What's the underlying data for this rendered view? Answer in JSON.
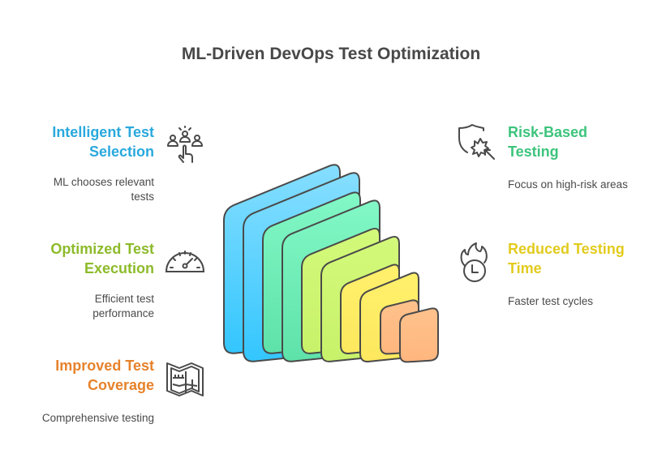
{
  "title": "ML-Driven DevOps Test Optimization",
  "items": [
    {
      "title_l1": "Intelligent Test",
      "title_l2": "Selection",
      "desc_l1": "ML chooses relevant",
      "desc_l2": "tests",
      "color": "#29a9dd",
      "icon": "people-pointer-icon"
    },
    {
      "title_l1": "Optimized Test",
      "title_l2": "Execution",
      "desc_l1": "Efficient test",
      "desc_l2": "performance",
      "color": "#8dbb2b",
      "icon": "speedometer-icon"
    },
    {
      "title_l1": "Improved Test",
      "title_l2": "Coverage",
      "desc_l1": "Comprehensive testing",
      "color": "#e6822b",
      "icon": "map-icon"
    },
    {
      "title_l1": "Risk-Based",
      "title_l2": "Testing",
      "desc_l1": "Focus on high-risk areas",
      "color": "#3cc47c",
      "icon": "shield-burst-icon"
    },
    {
      "title_l1": "Reduced Testing",
      "title_l2": "Time",
      "desc_l1": "Faster test cycles",
      "color": "#e2cb1c",
      "icon": "burning-clock-icon"
    }
  ],
  "layers": [
    {
      "top": "#86deff",
      "bottom": "#33c6fe"
    },
    {
      "top": "#82f8c6",
      "bottom": "#5ee2a9"
    },
    {
      "top": "#d3f97a",
      "bottom": "#c8f26a"
    },
    {
      "top": "#fff06c",
      "bottom": "#fde85e"
    },
    {
      "top": "#ffc28c",
      "bottom": "#ffb67e"
    }
  ]
}
